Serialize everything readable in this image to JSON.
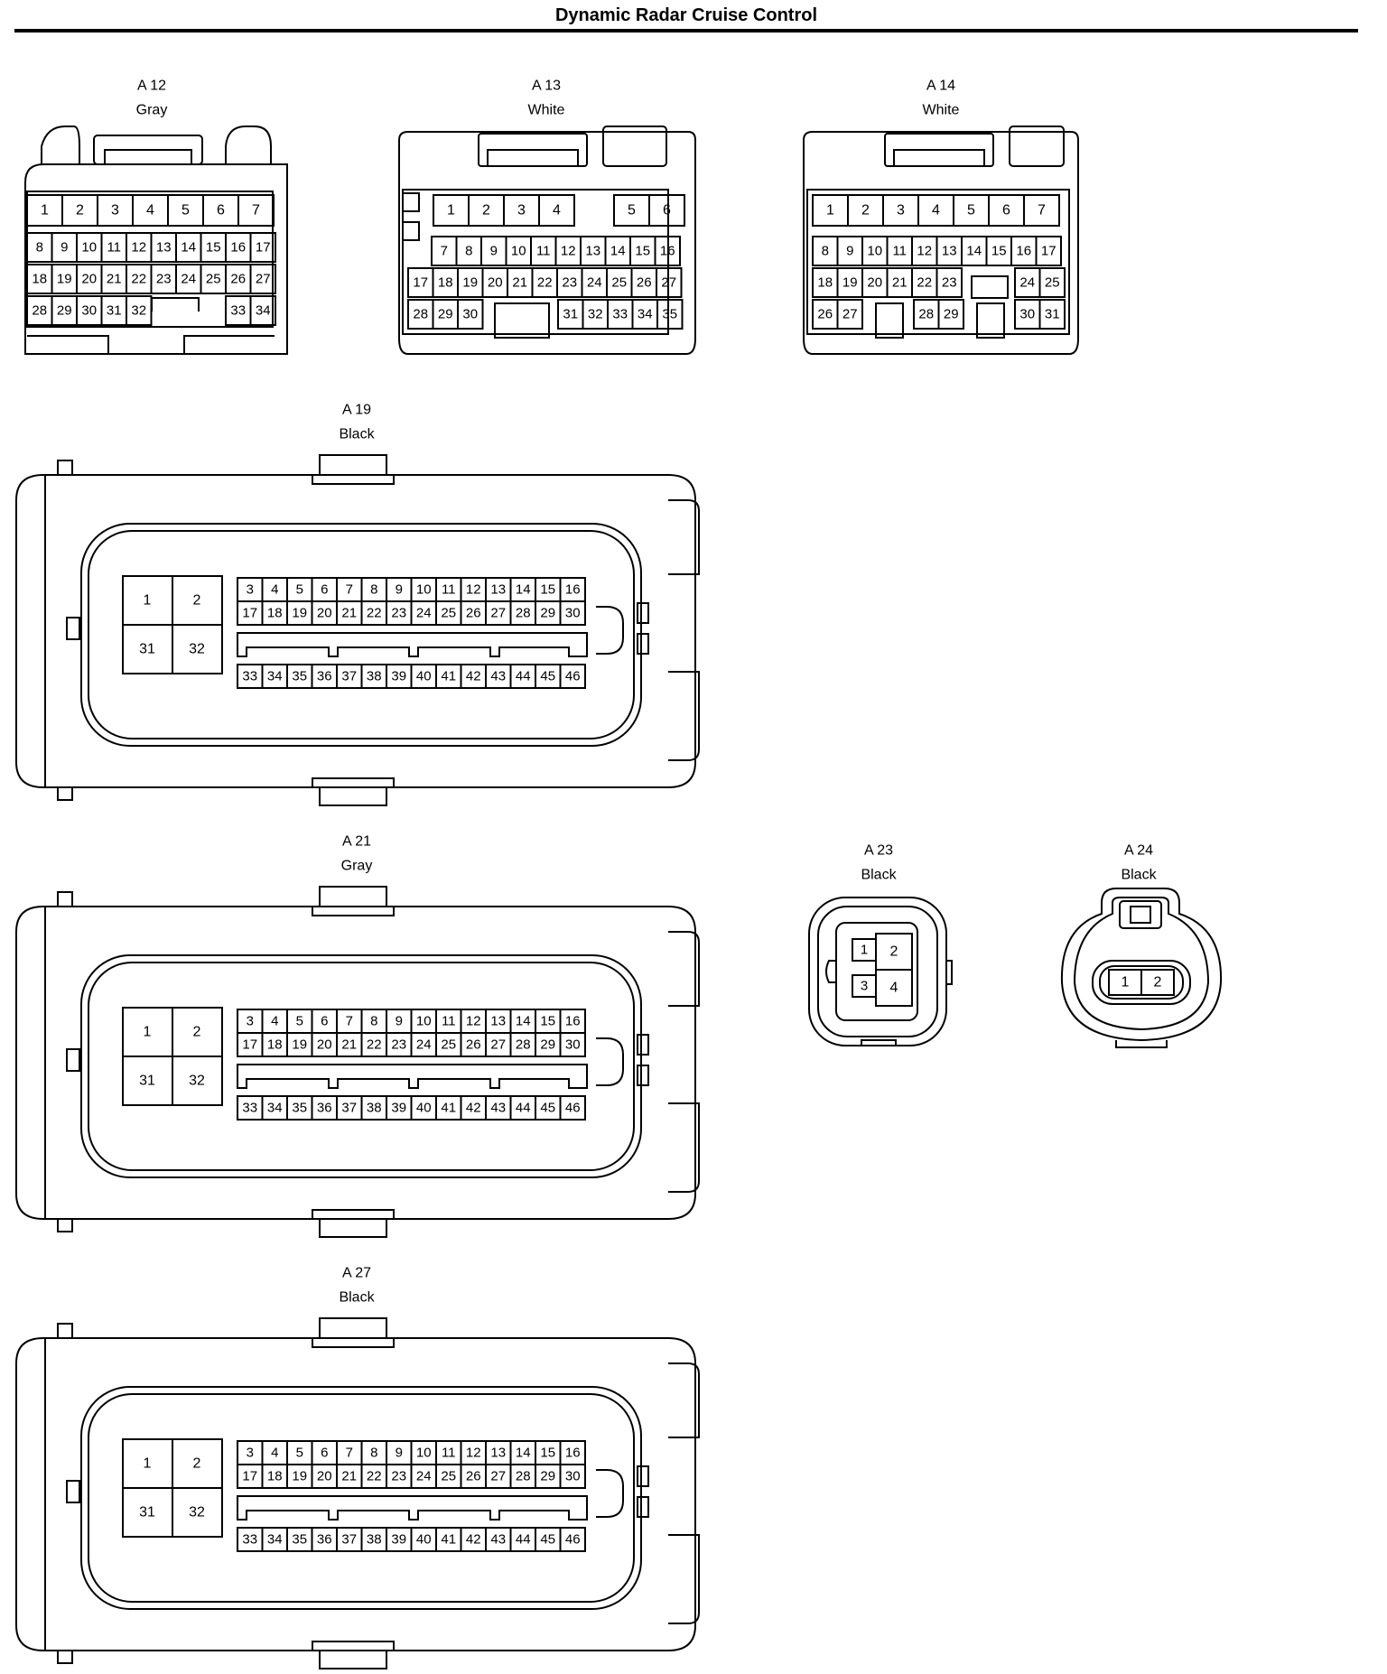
{
  "title": "Dynamic Radar Cruise Control",
  "connectors": {
    "a12": {
      "code": "A 12",
      "color": "Gray",
      "pins": {
        "row1": [
          "1",
          "2",
          "3",
          "4",
          "5",
          "6",
          "7"
        ],
        "row2": [
          "8",
          "9",
          "10",
          "11",
          "12",
          "13",
          "14",
          "15",
          "16",
          "17"
        ],
        "row3": [
          "18",
          "19",
          "20",
          "21",
          "22",
          "23",
          "24",
          "25",
          "26",
          "27"
        ],
        "row4a": [
          "28",
          "29",
          "30",
          "31",
          "32"
        ],
        "row4b": [
          "33",
          "34"
        ]
      }
    },
    "a13": {
      "code": "A 13",
      "color": "White",
      "pins": {
        "row1a": [
          "1",
          "2",
          "3",
          "4"
        ],
        "row1b": [
          "5",
          "6"
        ],
        "row2": [
          "7",
          "8",
          "9",
          "10",
          "11",
          "12",
          "13",
          "14",
          "15",
          "16"
        ],
        "row3": [
          "17",
          "18",
          "19",
          "20",
          "21",
          "22",
          "23",
          "24",
          "25",
          "26",
          "27"
        ],
        "row4a": [
          "28",
          "29",
          "30"
        ],
        "row4b": [
          "31",
          "32",
          "33",
          "34",
          "35"
        ]
      }
    },
    "a14": {
      "code": "A 14",
      "color": "White",
      "pins": {
        "row1": [
          "1",
          "2",
          "3",
          "4",
          "5",
          "6",
          "7"
        ],
        "row2": [
          "8",
          "9",
          "10",
          "11",
          "12",
          "13",
          "14",
          "15",
          "16",
          "17"
        ],
        "row3a": [
          "18",
          "19",
          "20",
          "21",
          "22",
          "23"
        ],
        "row3b": [
          "24",
          "25"
        ],
        "row4a": [
          "26",
          "27"
        ],
        "row4b": [
          "28",
          "29"
        ],
        "row4c": [
          "30",
          "31"
        ]
      }
    },
    "a19": {
      "code": "A 19",
      "color": "Black",
      "power_pins": [
        "1",
        "2",
        "31",
        "32"
      ],
      "row1": [
        "3",
        "4",
        "5",
        "6",
        "7",
        "8",
        "9",
        "10",
        "11",
        "12",
        "13",
        "14",
        "15",
        "16"
      ],
      "row2": [
        "17",
        "18",
        "19",
        "20",
        "21",
        "22",
        "23",
        "24",
        "25",
        "26",
        "27",
        "28",
        "29",
        "30"
      ],
      "row3": [
        "33",
        "34",
        "35",
        "36",
        "37",
        "38",
        "39",
        "40",
        "41",
        "42",
        "43",
        "44",
        "45",
        "46"
      ]
    },
    "a21": {
      "code": "A 21",
      "color": "Gray",
      "power_pins": [
        "1",
        "2",
        "31",
        "32"
      ],
      "row1": [
        "3",
        "4",
        "5",
        "6",
        "7",
        "8",
        "9",
        "10",
        "11",
        "12",
        "13",
        "14",
        "15",
        "16"
      ],
      "row2": [
        "17",
        "18",
        "19",
        "20",
        "21",
        "22",
        "23",
        "24",
        "25",
        "26",
        "27",
        "28",
        "29",
        "30"
      ],
      "row3": [
        "33",
        "34",
        "35",
        "36",
        "37",
        "38",
        "39",
        "40",
        "41",
        "42",
        "43",
        "44",
        "45",
        "46"
      ]
    },
    "a27": {
      "code": "A 27",
      "color": "Black",
      "power_pins": [
        "1",
        "2",
        "31",
        "32"
      ],
      "row1": [
        "3",
        "4",
        "5",
        "6",
        "7",
        "8",
        "9",
        "10",
        "11",
        "12",
        "13",
        "14",
        "15",
        "16"
      ],
      "row2": [
        "17",
        "18",
        "19",
        "20",
        "21",
        "22",
        "23",
        "24",
        "25",
        "26",
        "27",
        "28",
        "29",
        "30"
      ],
      "row3": [
        "33",
        "34",
        "35",
        "36",
        "37",
        "38",
        "39",
        "40",
        "41",
        "42",
        "43",
        "44",
        "45",
        "46"
      ]
    },
    "a23": {
      "code": "A 23",
      "color": "Black",
      "pins": [
        "1",
        "2",
        "3",
        "4"
      ]
    },
    "a24": {
      "code": "A 24",
      "color": "Black",
      "pins": [
        "1",
        "2"
      ]
    }
  }
}
